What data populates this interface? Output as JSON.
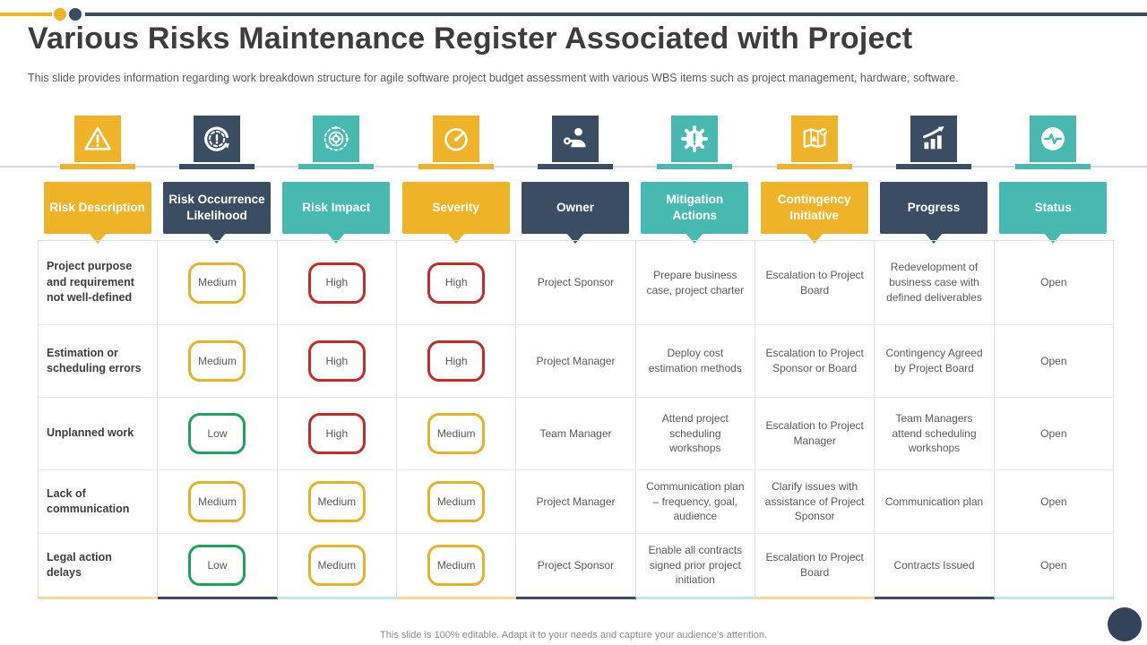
{
  "slide": {
    "title": "Various Risks Maintenance Register Associated with Project",
    "subtitle": "This slide provides information regarding work breakdown structure for agile software project budget assessment with various WBS items such as project management, hardware, software.",
    "footer": "This slide is 100% editable. Adapt it to your needs and capture your audience's attention."
  },
  "colors": {
    "accent_yellow": "#EFB32A",
    "accent_navy": "#3A4D63",
    "accent_teal": "#48B9B0",
    "pill_high": "#C62B2B",
    "pill_medium": "#E3B32A",
    "pill_low": "#21A15F"
  },
  "icons": [
    "warning-triangle-icon",
    "recurrence-alert-icon",
    "gear-orbit-icon",
    "gauge-icon",
    "owner-key-icon",
    "gear-alert-icon",
    "map-alert-icon",
    "growth-chart-icon",
    "pulse-circle-icon"
  ],
  "table": {
    "columns": [
      {
        "label": "Risk Description",
        "color": "yellow"
      },
      {
        "label": "Risk Occurrence Likelihood",
        "color": "navy"
      },
      {
        "label": "Risk Impact",
        "color": "teal"
      },
      {
        "label": "Severity",
        "color": "yellow"
      },
      {
        "label": "Owner",
        "color": "navy"
      },
      {
        "label": "Mitigation Actions",
        "color": "teal"
      },
      {
        "label": "Contingency Initiative",
        "color": "yellow"
      },
      {
        "label": "Progress",
        "color": "navy"
      },
      {
        "label": "Status",
        "color": "teal"
      }
    ],
    "rows": [
      {
        "risk": "Project purpose and requirement not well-defined",
        "likelihood": {
          "label": "Medium",
          "level": "medium"
        },
        "impact": {
          "label": "High",
          "level": "high"
        },
        "severity": {
          "label": "High",
          "level": "high"
        },
        "owner": "Project Sponsor",
        "mitigation": "Prepare business case, project charter",
        "contingency": "Escalation to Project Board",
        "progress": "Redevelopment of business case with defined deliverables",
        "status": "Open"
      },
      {
        "risk": "Estimation or scheduling errors",
        "likelihood": {
          "label": "Medium",
          "level": "medium"
        },
        "impact": {
          "label": "High",
          "level": "high"
        },
        "severity": {
          "label": "High",
          "level": "high"
        },
        "owner": "Project Manager",
        "mitigation": "Deploy cost estimation methods",
        "contingency": "Escalation to Project Sponsor or Board",
        "progress": "Contingency Agreed by Project Board",
        "status": "Open"
      },
      {
        "risk": "Unplanned work",
        "likelihood": {
          "label": "Low",
          "level": "low"
        },
        "impact": {
          "label": "High",
          "level": "high"
        },
        "severity": {
          "label": "Medium",
          "level": "medium"
        },
        "owner": "Team Manager",
        "mitigation": "Attend project scheduling workshops",
        "contingency": "Escalation to Project Manager",
        "progress": "Team Managers attend scheduling workshops",
        "status": "Open"
      },
      {
        "risk": "Lack of communication",
        "likelihood": {
          "label": "Medium",
          "level": "medium"
        },
        "impact": {
          "label": "Medium",
          "level": "medium"
        },
        "severity": {
          "label": "Medium",
          "level": "medium"
        },
        "owner": "Project Manager",
        "mitigation": "Communication plan – frequency, goal, audience",
        "contingency": "Clarify issues with assistance of Project Sponsor",
        "progress": "Communication plan",
        "status": "Open"
      },
      {
        "risk": "Legal action delays",
        "likelihood": {
          "label": "Low",
          "level": "low"
        },
        "impact": {
          "label": "Medium",
          "level": "medium"
        },
        "severity": {
          "label": "Medium",
          "level": "medium"
        },
        "owner": "Project Sponsor",
        "mitigation": "Enable all contracts signed prior project initiation",
        "contingency": "Escalation to Project Board",
        "progress": "Contracts Issued",
        "status": "Open"
      }
    ]
  }
}
